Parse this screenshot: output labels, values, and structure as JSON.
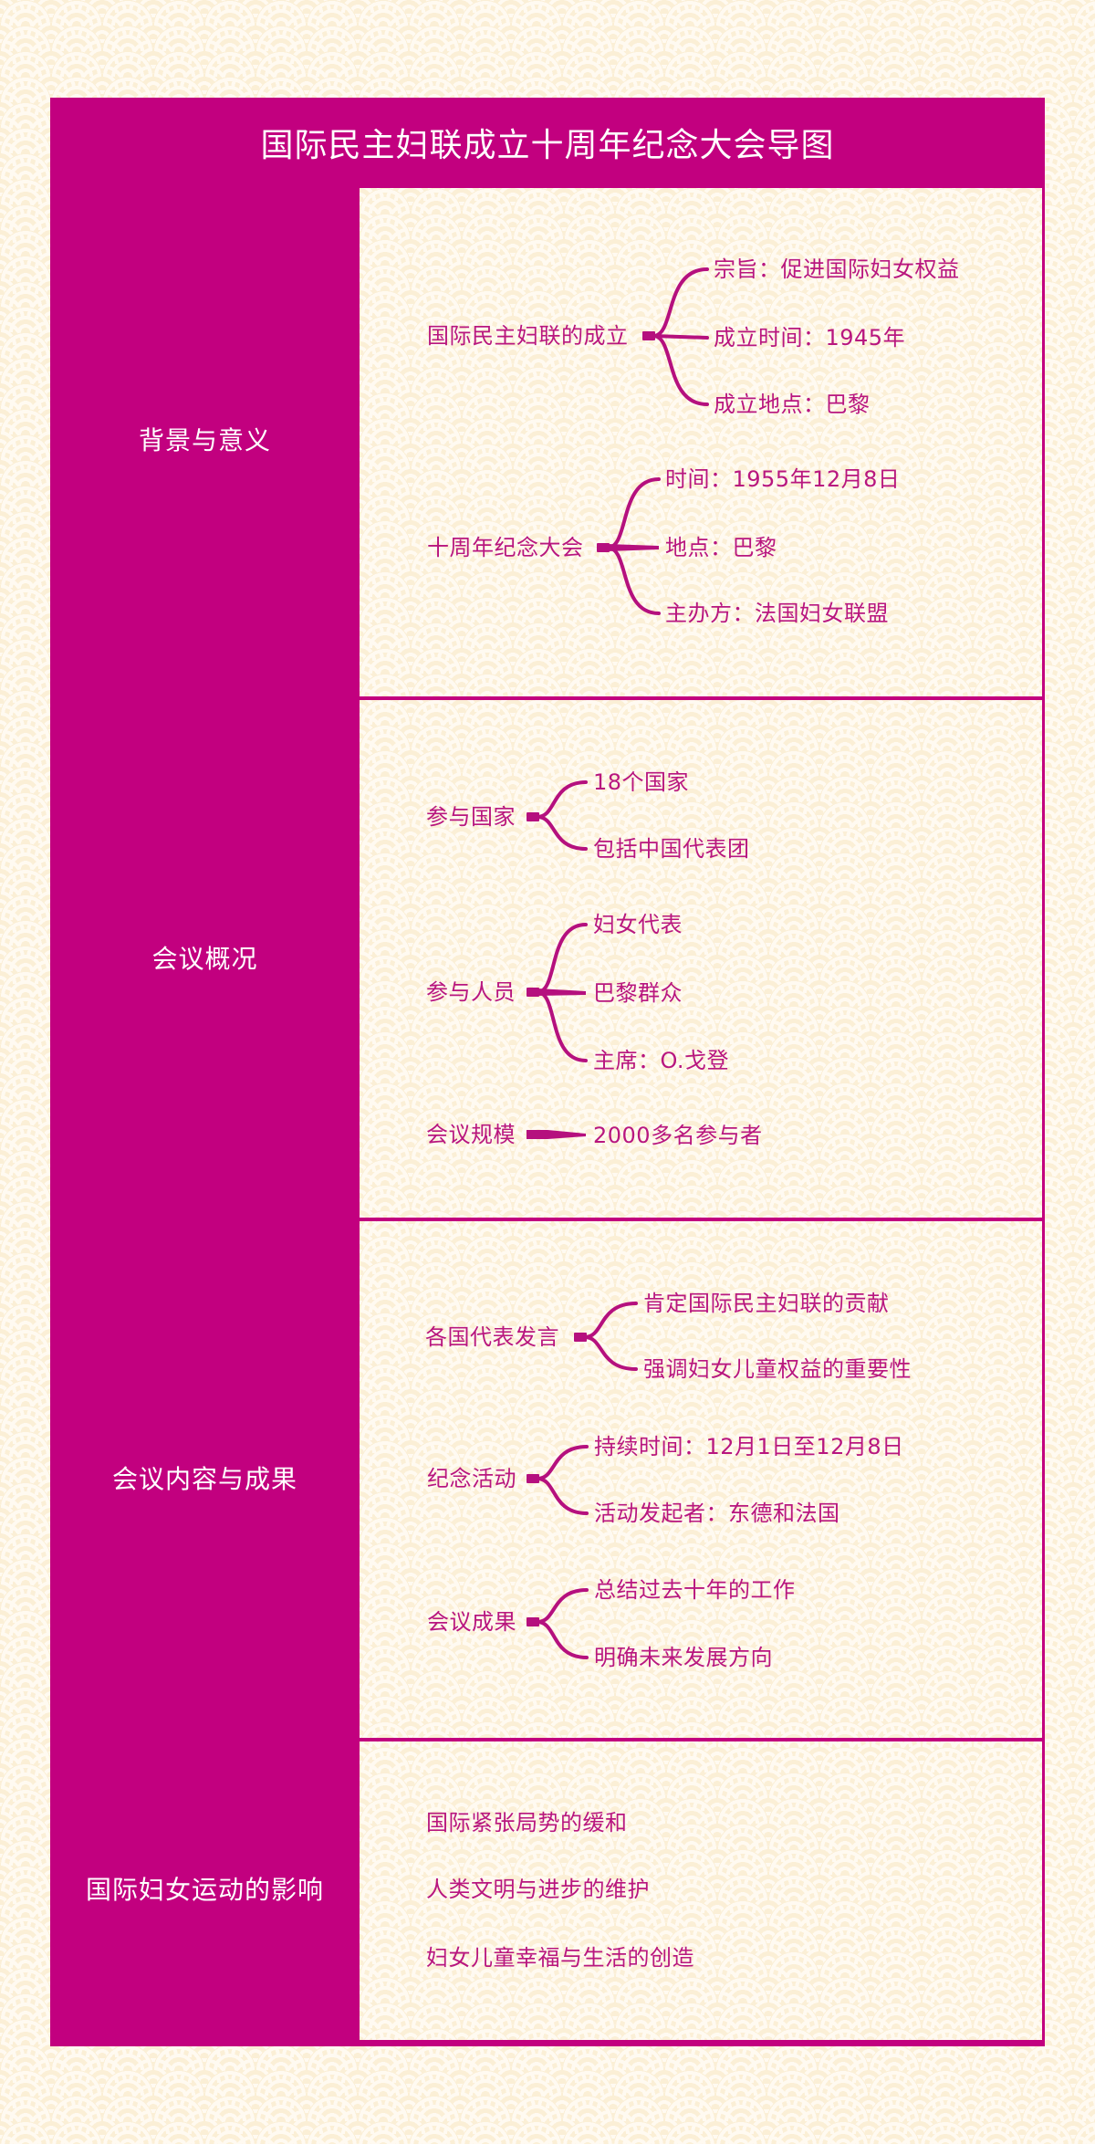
{
  "title": "国际民主妇联成立十周年纪念大会导图",
  "colors": {
    "frame": "#c2007f",
    "text": "#b8167f",
    "background": "#fbefd6"
  },
  "sections": [
    {
      "label": "背景与意义",
      "topics": [
        {
          "label": "国际民主妇联的成立",
          "children": [
            "宗旨：促进国际妇女权益",
            "成立时间：1945年",
            "成立地点：巴黎"
          ]
        },
        {
          "label": "十周年纪念大会",
          "children": [
            "时间：1955年12月8日",
            "地点：巴黎",
            "主办方：法国妇女联盟"
          ]
        }
      ]
    },
    {
      "label": "会议概况",
      "topics": [
        {
          "label": "参与国家",
          "children": [
            "18个国家",
            "包括中国代表团"
          ]
        },
        {
          "label": "参与人员",
          "children": [
            "妇女代表",
            "巴黎群众",
            "主席：O.戈登"
          ]
        },
        {
          "label": "会议规模",
          "children": [
            "2000多名参与者"
          ]
        }
      ]
    },
    {
      "label": "会议内容与成果",
      "topics": [
        {
          "label": "各国代表发言",
          "children": [
            "肯定国际民主妇联的贡献",
            "强调妇女儿童权益的重要性"
          ]
        },
        {
          "label": "纪念活动",
          "children": [
            "持续时间：12月1日至12月8日",
            "活动发起者：东德和法国"
          ]
        },
        {
          "label": "会议成果",
          "children": [
            "总结过去十年的工作",
            "明确未来发展方向"
          ]
        }
      ]
    },
    {
      "label": "国际妇女运动的影响",
      "items": [
        "国际紧张局势的缓和",
        "人类文明与进步的维护",
        "妇女儿童幸福与生活的创造"
      ]
    }
  ]
}
